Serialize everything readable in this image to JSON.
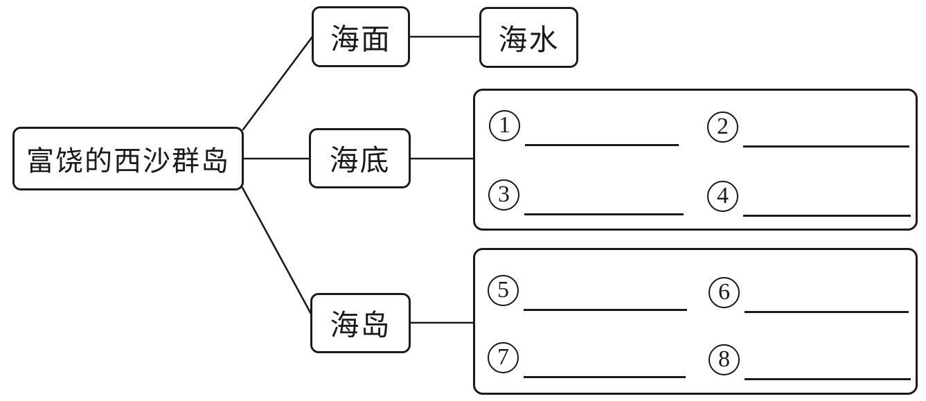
{
  "diagram": {
    "type": "concept-map",
    "root": {
      "label": "富饶的西沙群岛"
    },
    "branches": {
      "sea_surface": {
        "label": "海面",
        "child": {
          "label": "海水"
        }
      },
      "seabed": {
        "label": "海底",
        "blanks": [
          {
            "number": "1",
            "value": ""
          },
          {
            "number": "2",
            "value": ""
          },
          {
            "number": "3",
            "value": ""
          },
          {
            "number": "4",
            "value": ""
          }
        ]
      },
      "island": {
        "label": "海岛",
        "blanks": [
          {
            "number": "5",
            "value": ""
          },
          {
            "number": "6",
            "value": ""
          },
          {
            "number": "7",
            "value": ""
          },
          {
            "number": "8",
            "value": ""
          }
        ]
      }
    },
    "colors": {
      "line": "#1a1a1a",
      "background": "#ffffff"
    }
  }
}
